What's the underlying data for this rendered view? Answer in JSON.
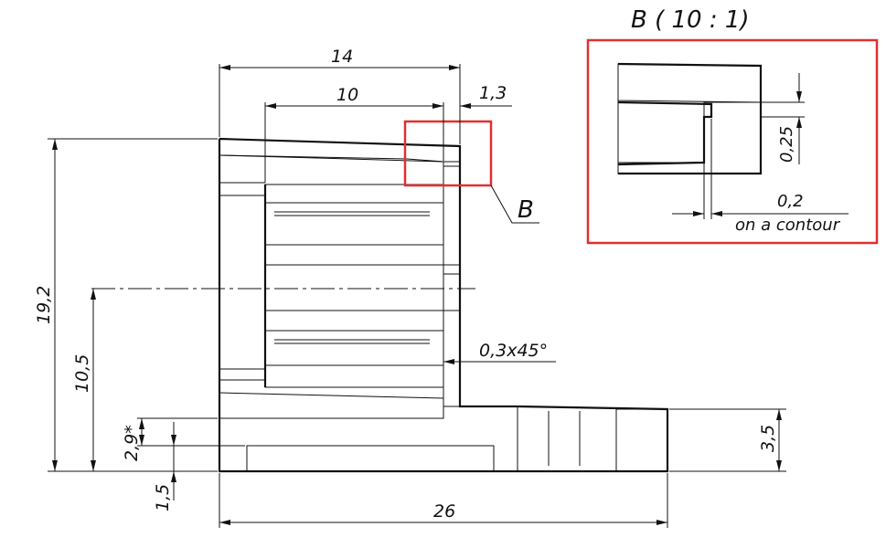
{
  "detail_view": {
    "title": "B ( 10 : 1)",
    "dim_offset": "0,25",
    "dim_gap": "0,2",
    "note": "on a contour"
  },
  "callout": {
    "label": "B"
  },
  "dimensions": {
    "overall_width": "14",
    "inner_width": "10",
    "wall": "1,3",
    "height": "19,2",
    "axis_height": "10,5",
    "chamfer": "0,3x45°",
    "flange_step": "2,9*",
    "bottom_gap": "1,5",
    "flange_thickness": "3,5",
    "total_length": "26"
  },
  "colors": {
    "line": "#111111",
    "highlight": "#e03030"
  }
}
